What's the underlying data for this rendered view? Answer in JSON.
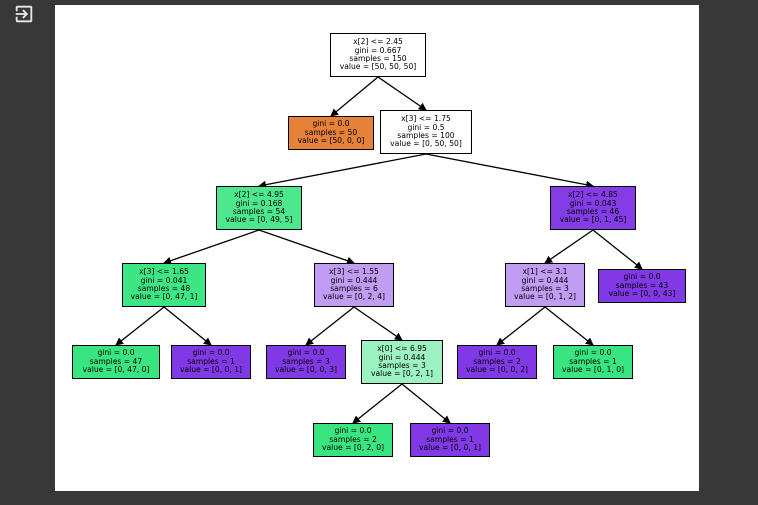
{
  "toolbar": {
    "exit_icon": "exit-to-app-icon"
  },
  "colors": {
    "page_bg": "#383838",
    "canvas_bg": "#ffffff",
    "class_0": "#e58139",
    "class_1": "#39e581",
    "class_2": "#8139e5"
  },
  "tree": {
    "nodes": [
      {
        "id": "n0",
        "lines": [
          "x[2] <= 2.45",
          "gini = 0.667",
          "samples = 150",
          "value = [50, 50, 50]"
        ],
        "fill": "#ffffff"
      },
      {
        "id": "n1",
        "lines": [
          "gini = 0.0",
          "samples = 50",
          "value = [50, 0, 0]"
        ],
        "fill": "#e58139"
      },
      {
        "id": "n2",
        "lines": [
          "x[3] <= 1.75",
          "gini = 0.5",
          "samples = 100",
          "value = [0, 50, 50]"
        ],
        "fill": "#ffffff"
      },
      {
        "id": "n3",
        "lines": [
          "x[2] <= 4.95",
          "gini = 0.168",
          "samples = 54",
          "value = [0, 49, 5]"
        ],
        "fill": "#4de88e"
      },
      {
        "id": "n4",
        "lines": [
          "x[2] <= 4.85",
          "gini = 0.043",
          "samples = 46",
          "value = [0, 1, 45]"
        ],
        "fill": "#843de6"
      },
      {
        "id": "n5",
        "lines": [
          "x[3] <= 1.65",
          "gini = 0.041",
          "samples = 48",
          "value = [0, 47, 1]"
        ],
        "fill": "#3de684"
      },
      {
        "id": "n6",
        "lines": [
          "x[3] <= 1.55",
          "gini = 0.444",
          "samples = 6",
          "value = [0, 2, 4]"
        ],
        "fill": "#c09cf2"
      },
      {
        "id": "n7",
        "lines": [
          "x[1] <= 3.1",
          "gini = 0.444",
          "samples = 3",
          "value = [0, 1, 2]"
        ],
        "fill": "#c09cf2"
      },
      {
        "id": "n8",
        "lines": [
          "gini = 0.0",
          "samples = 43",
          "value = [0, 0, 43]"
        ],
        "fill": "#8139e5"
      },
      {
        "id": "n9",
        "lines": [
          "gini = 0.0",
          "samples = 47",
          "value = [0, 47, 0]"
        ],
        "fill": "#39e581"
      },
      {
        "id": "n10",
        "lines": [
          "gini = 0.0",
          "samples = 1",
          "value = [0, 0, 1]"
        ],
        "fill": "#8139e5"
      },
      {
        "id": "n11",
        "lines": [
          "gini = 0.0",
          "samples = 3",
          "value = [0, 0, 3]"
        ],
        "fill": "#8139e5"
      },
      {
        "id": "n12",
        "lines": [
          "x[0] <= 6.95",
          "gini = 0.444",
          "samples = 3",
          "value = [0, 2, 1]"
        ],
        "fill": "#9cf2c0"
      },
      {
        "id": "n13",
        "lines": [
          "gini = 0.0",
          "samples = 2",
          "value = [0, 0, 2]"
        ],
        "fill": "#8139e5"
      },
      {
        "id": "n14",
        "lines": [
          "gini = 0.0",
          "samples = 1",
          "value = [0, 1, 0]"
        ],
        "fill": "#39e581"
      },
      {
        "id": "n15",
        "lines": [
          "gini = 0.0",
          "samples = 2",
          "value = [0, 2, 0]"
        ],
        "fill": "#39e581"
      },
      {
        "id": "n16",
        "lines": [
          "gini = 0.0",
          "samples = 1",
          "value = [0, 0, 1]"
        ],
        "fill": "#8139e5"
      }
    ],
    "edges": [
      [
        "n0",
        "n1"
      ],
      [
        "n0",
        "n2"
      ],
      [
        "n2",
        "n3"
      ],
      [
        "n2",
        "n4"
      ],
      [
        "n3",
        "n5"
      ],
      [
        "n3",
        "n6"
      ],
      [
        "n4",
        "n7"
      ],
      [
        "n4",
        "n8"
      ],
      [
        "n5",
        "n9"
      ],
      [
        "n5",
        "n10"
      ],
      [
        "n6",
        "n11"
      ],
      [
        "n6",
        "n12"
      ],
      [
        "n7",
        "n13"
      ],
      [
        "n7",
        "n14"
      ],
      [
        "n12",
        "n15"
      ],
      [
        "n12",
        "n16"
      ]
    ]
  }
}
